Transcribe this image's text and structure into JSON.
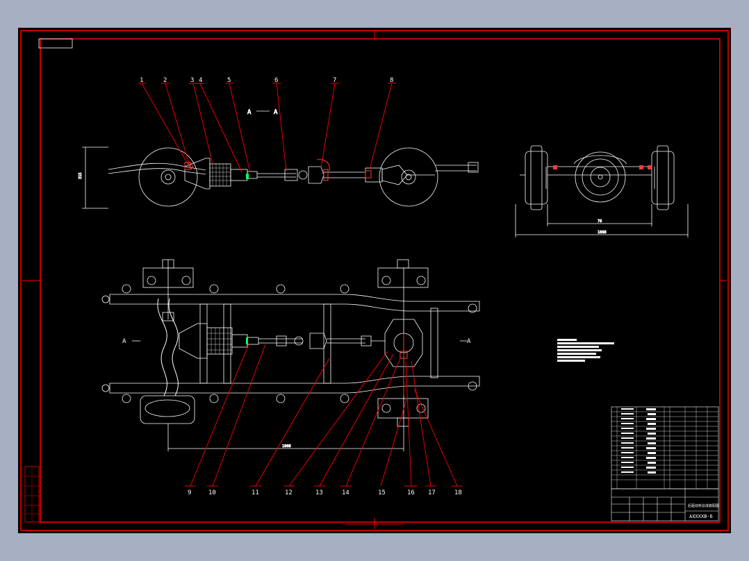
{
  "drawing": {
    "section_mark": "A",
    "section_title_left": "A",
    "section_title_right": "A",
    "dim_front_track": "1868",
    "dim_rear_inner": "76",
    "dim_rear_total": "1868",
    "dim_wheelbase": "1868",
    "dim_side": "315"
  },
  "balloons_top": [
    "1",
    "2",
    "3",
    "4",
    "5",
    "6",
    "7",
    "8"
  ],
  "balloons_bottom": [
    "9",
    "10",
    "11",
    "12",
    "13",
    "14",
    "15",
    "16",
    "17",
    "18"
  ],
  "title_block": {
    "drawing_number": "AXXXXB-6",
    "title": "后驱动桥总成装配图"
  },
  "colors": {
    "frame": "#ff0000",
    "lines": "#ffffff",
    "hatch": "#ff3b3b",
    "green": "#00ff66"
  }
}
